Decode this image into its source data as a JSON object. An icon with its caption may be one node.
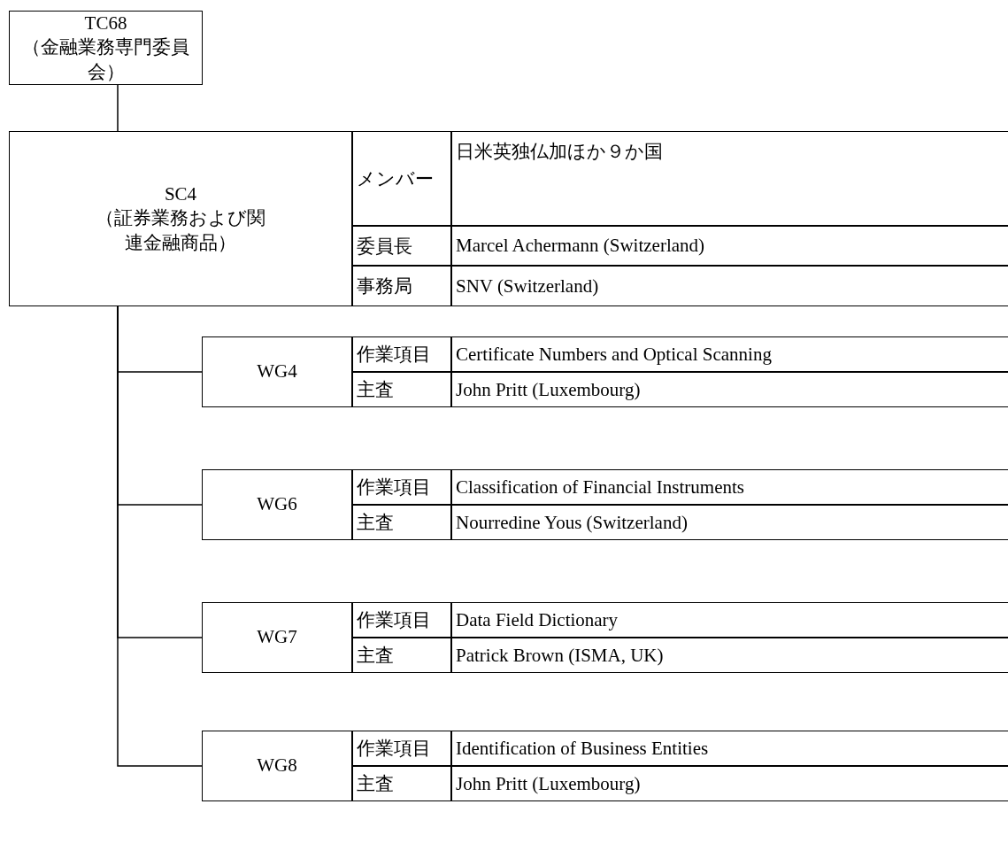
{
  "diagram": {
    "nodes": [
      {
        "text": [
          "TC68",
          "（金融業務専門委員会）"
        ]
      },
      {
        "text": [
          "SC4",
          "（証券業務および関連金融商品）"
        ]
      },
      {
        "text": [
          "WG4"
        ]
      },
      {
        "text": [
          "WG6"
        ]
      },
      {
        "text": [
          "WG7"
        ]
      },
      {
        "text": [
          "WG8"
        ]
      }
    ],
    "edges": [
      {
        "from": 0,
        "to": 1,
        "arrow": "none"
      },
      {
        "from": 1,
        "to": 2,
        "arrow": "none"
      },
      {
        "from": 1,
        "to": 3,
        "arrow": "none"
      },
      {
        "from": 1,
        "to": 4,
        "arrow": "none"
      },
      {
        "from": 1,
        "to": 5,
        "arrow": "none"
      }
    ],
    "labels": [
      "メンバー",
      "日米英独仏加ほか９か国",
      "委員長",
      "Marcel Achermann (Switzerland)",
      "事務局",
      "SNV (Switzerland)",
      "作業項目",
      "Certificate Numbers and Optical Scanning",
      "主査",
      "John Pritt (Luxembourg)",
      "作業項目",
      "Classification of Financial Instruments",
      "主査",
      "Nourredine Yous (Switzerland)",
      "作業項目",
      "Data Field Dictionary",
      "主査",
      "Patrick Brown (ISMA, UK)",
      "作業項目",
      "Identification of Business Entities",
      "主査",
      "John Pritt (Luxembourg)"
    ]
  }
}
